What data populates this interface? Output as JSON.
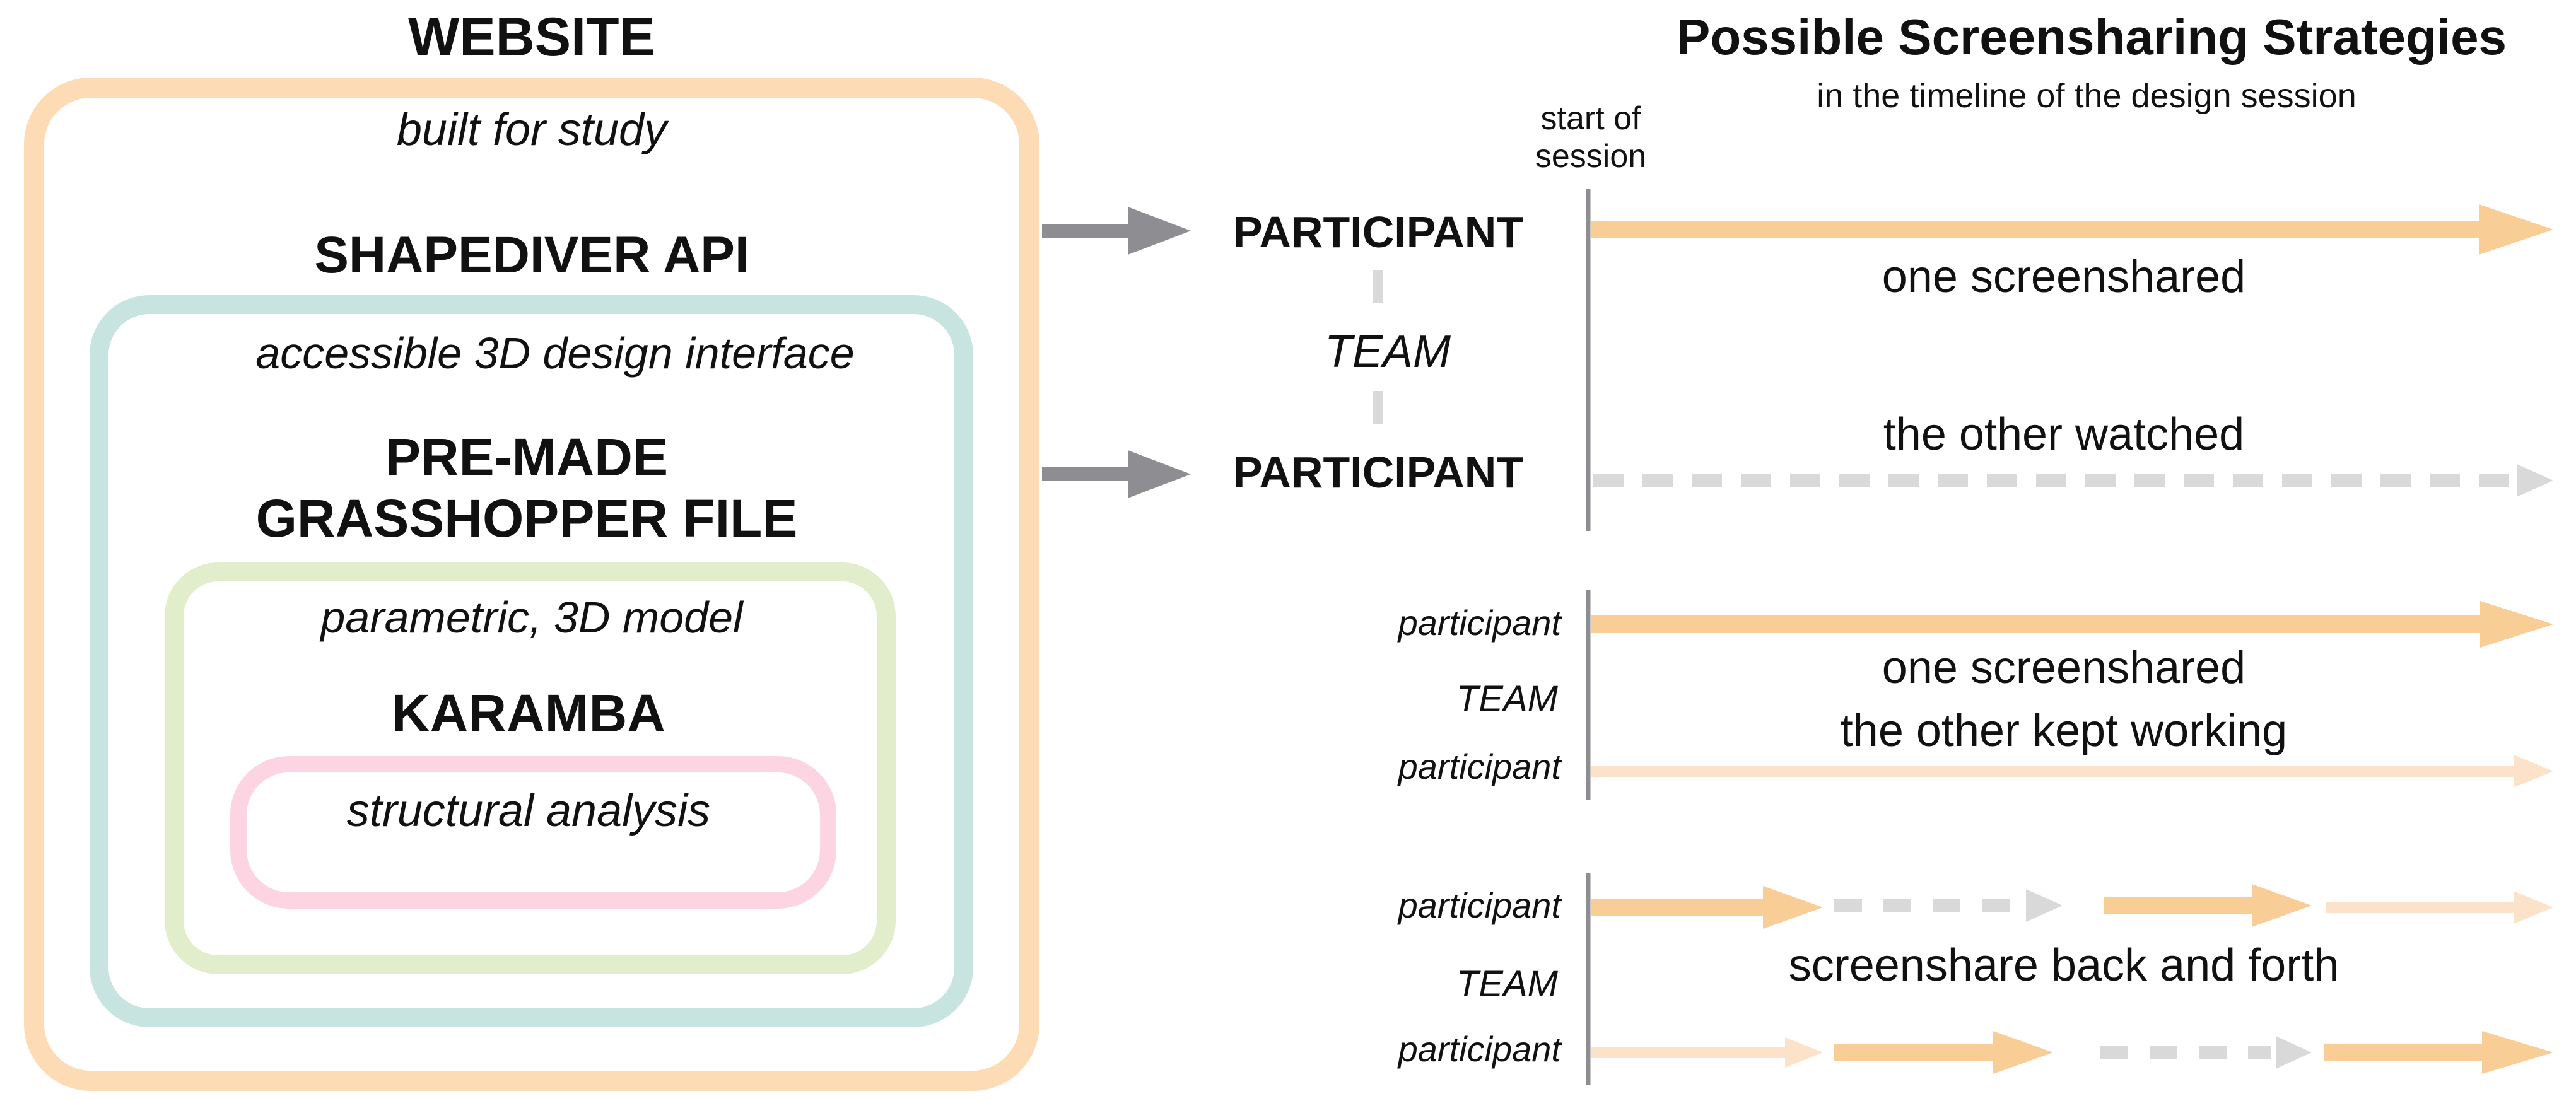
{
  "colors": {
    "website_border": "#fddbb4",
    "shapediver_border": "#c8e4e1",
    "grasshopper_border": "#e1edcb",
    "karamba_border": "#fdd5e2",
    "arrow_gray": "#8e8e92",
    "timeline_axis": "#8e8e92",
    "orange": "#f9cd96",
    "light_orange": "#fce2c8",
    "gray_dash": "#d9d9d9",
    "connector": "#d9d9d9",
    "text": "#111111"
  },
  "stack": {
    "website": {
      "title": "WEBSITE",
      "subtitle": "built for study"
    },
    "shapediver": {
      "title": "SHAPEDIVER API",
      "subtitle": "accessible 3D design interface"
    },
    "grasshopper": {
      "title_line1": "PRE-MADE",
      "title_line2": "GRASSHOPPER FILE",
      "subtitle": "parametric, 3D model"
    },
    "karamba": {
      "title": "KARAMBA",
      "subtitle": "structural analysis"
    }
  },
  "strategies": {
    "title": "Possible Screensharing Strategies",
    "subtitle": "in the timeline of the design session",
    "start_label_line1": "start of",
    "start_label_line2": "session",
    "s1": {
      "top_label": "PARTICIPANT",
      "team_label": "TEAM",
      "bottom_label": "PARTICIPANT",
      "caption_top": "one screenshared",
      "caption_bottom": "the other watched"
    },
    "s2": {
      "top_label": "participant",
      "team_label": "TEAM",
      "bottom_label": "participant",
      "caption_line1": "one screenshared",
      "caption_line2": "the other kept working"
    },
    "s3": {
      "top_label": "participant",
      "team_label": "TEAM",
      "bottom_label": "participant",
      "caption": "screenshare back and forth"
    }
  }
}
